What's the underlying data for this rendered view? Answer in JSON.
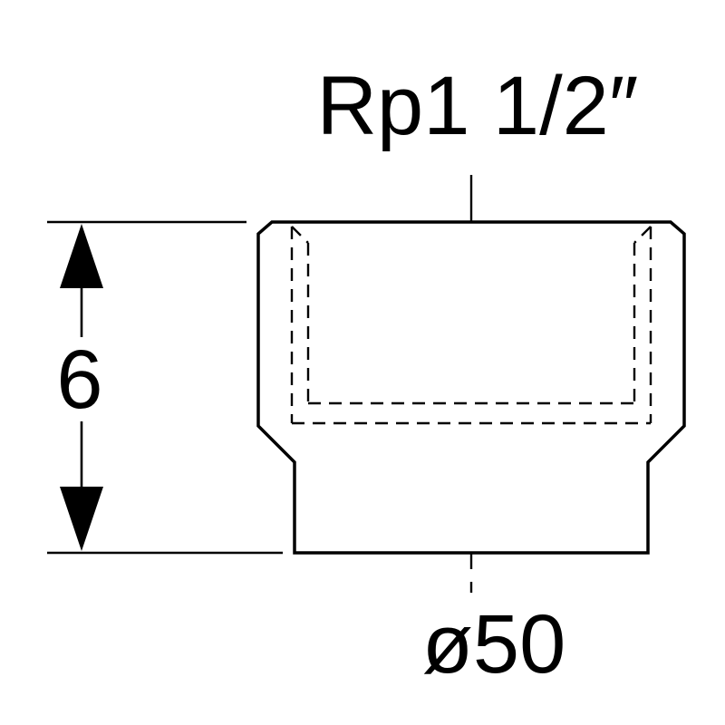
{
  "labels": {
    "thread_size": "Rp1 1/2″",
    "height": "6",
    "diameter": "ø50"
  },
  "colors": {
    "line": "#000000",
    "background": "#ffffff"
  }
}
